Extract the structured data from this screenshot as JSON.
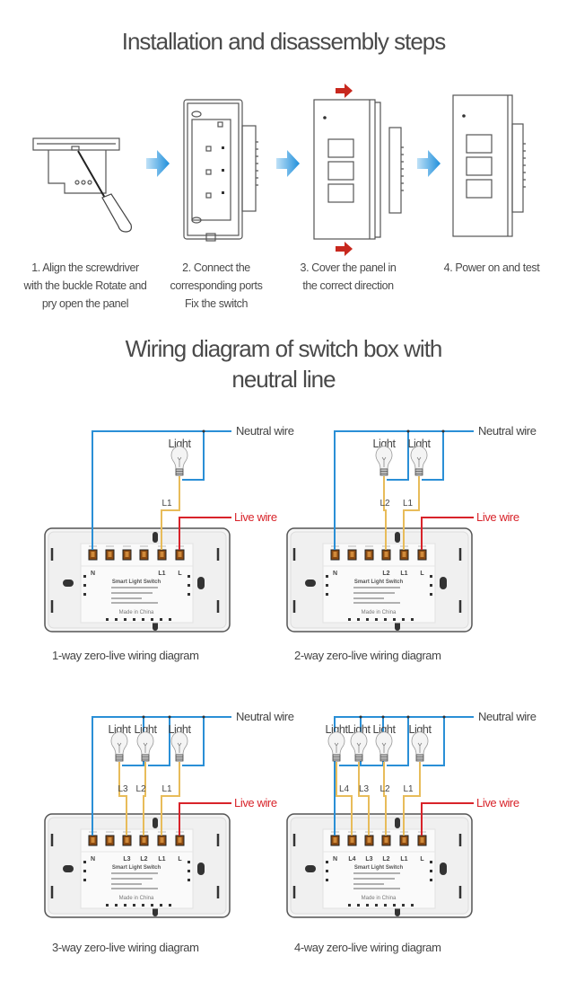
{
  "titles": {
    "installation": "Installation and disassembly steps",
    "wiring_line1": "Wiring diagram of switch box with",
    "wiring_line2": "neutral line"
  },
  "steps": [
    {
      "line1": "1. Align the screwdriver",
      "line2": "with the buckle Rotate and",
      "line3": "pry open the panel"
    },
    {
      "line1": "2. Connect the",
      "line2": "corresponding ports",
      "line3": "Fix the switch"
    },
    {
      "line1": "3. Cover the panel in",
      "line2": "the correct direction"
    },
    {
      "line1": "4. Power on and test"
    }
  ],
  "colors": {
    "neutral": "#2a8fd6",
    "live": "#d8232a",
    "load": "#e8bc5a",
    "arrow_blue": "#2f9be0",
    "arrow_red": "#c8281e",
    "terminal": "#8a4a12"
  },
  "wire_labels": {
    "neutral": "Neutral wire",
    "live": "Live wire",
    "light": "Light"
  },
  "module": {
    "brand": "Smart Light Switch",
    "origin": "Made in China"
  },
  "diagrams": [
    {
      "caption": "1-way zero-live wiring diagram",
      "lights": 1,
      "loads": [
        "L1"
      ],
      "terminals": [
        "N",
        "",
        "",
        "",
        "L1",
        "L"
      ]
    },
    {
      "caption": "2-way zero-live wiring diagram",
      "lights": 2,
      "loads": [
        "L2",
        "L1"
      ],
      "terminals": [
        "N",
        "",
        "",
        "L2",
        "L1",
        "L"
      ]
    },
    {
      "caption": "3-way zero-live wiring diagram",
      "lights": 3,
      "loads": [
        "L3",
        "L2",
        "L1"
      ],
      "terminals": [
        "N",
        "",
        "L3",
        "L2",
        "L1",
        "L"
      ]
    },
    {
      "caption": "4-way zero-live wiring diagram",
      "lights": 4,
      "loads": [
        "L4",
        "L3",
        "L2",
        "L1"
      ],
      "terminals": [
        "N",
        "L4",
        "L3",
        "L2",
        "L1",
        "L"
      ]
    }
  ]
}
